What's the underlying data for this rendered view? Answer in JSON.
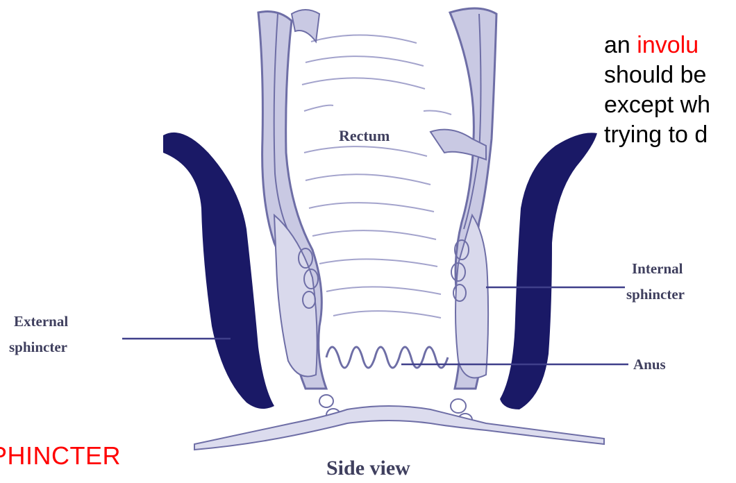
{
  "diagram": {
    "labels": {
      "rectum": "Rectum",
      "external_line1": "External",
      "external_line2": "sphincter",
      "internal_line1": "Internal",
      "internal_line2": "sphincter",
      "anus": "Anus",
      "view": "Side view"
    },
    "colors": {
      "muscle": "#1a1966",
      "line": "#6e6ea6",
      "fill": "#c9c9e3",
      "label": "#3f3f5e"
    }
  },
  "text": {
    "line1_prefix": "an ",
    "line1_highlight": "involu",
    "line2": "should be",
    "line3": "except wh",
    "line4": "trying to d"
  },
  "caption": "PHINCTER",
  "colors": {
    "highlight": "#ff0000",
    "text": "#000000"
  }
}
